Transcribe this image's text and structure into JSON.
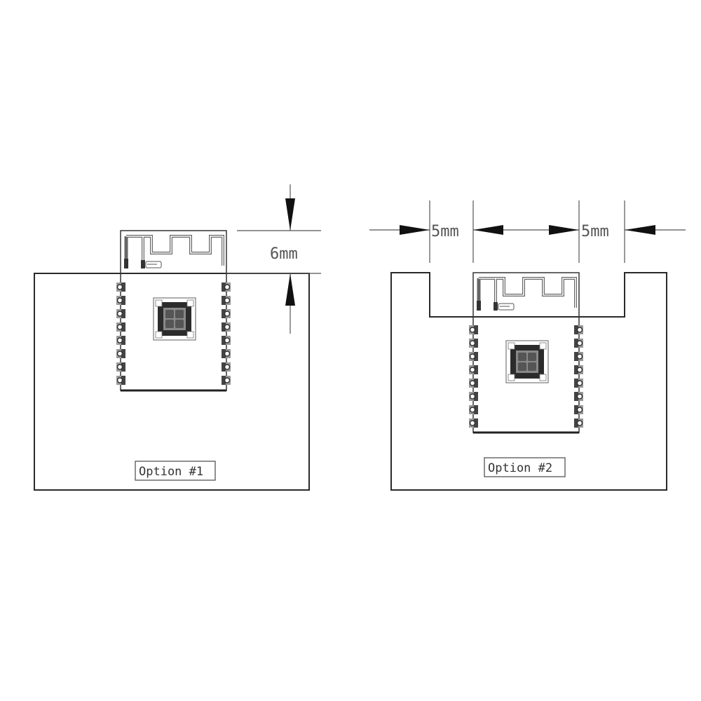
{
  "diagram": {
    "type": "PCB module placement guide",
    "options": [
      {
        "id": 1,
        "label": "Option #1",
        "dimension_label": "6mm",
        "description": "Antenna section extends beyond the edge of the host board by 6mm"
      },
      {
        "id": 2,
        "label": "Option #2",
        "dimension_labels": [
          "5mm",
          "5mm"
        ],
        "description": "Antenna section placed in a cutout with 5mm clearance on each side"
      }
    ],
    "module": {
      "pins_per_side": 8,
      "features": [
        "meander-antenna",
        "qfn-chip",
        "castellated-pins"
      ]
    },
    "colors": {
      "line": "#2a2a2a",
      "dimension_line": "#555555",
      "chip": "#2b2b2b",
      "background": "#ffffff"
    }
  }
}
